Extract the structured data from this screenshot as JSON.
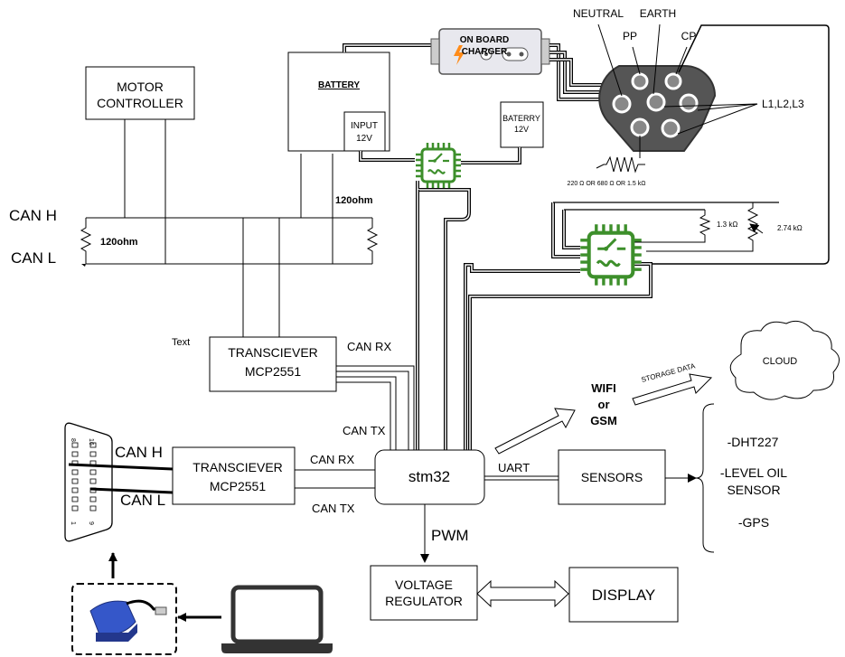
{
  "battery": {
    "title": "BATTERY",
    "input_line1": "INPUT",
    "input_line2": "12V"
  },
  "aux_battery": {
    "line1": "BATERRY",
    "line2": "12V"
  },
  "charger": {
    "line1": "ON BOARD",
    "line2": "CHARGER"
  },
  "connector": {
    "neutral": "NEUTRAL",
    "earth": "EARTH",
    "pp": "PP",
    "cp": "CP",
    "phases": "L1,L2,L3",
    "pp_resistor": "220 Ω OR 680 Ω OR 1.5 kΩ"
  },
  "cp_circuit": {
    "r1": "1.3 kΩ",
    "r2": "2.74 kΩ"
  },
  "motor_controller": {
    "line1": "MOTOR",
    "line2": "CONTROLLER"
  },
  "can_bus": {
    "can_h": "CAN H",
    "can_l": "CAN L",
    "term_left": "120ohm",
    "term_right": "120ohm"
  },
  "transceiver_top": {
    "line1": "TRANSCIEVER",
    "line2": "MCP2551",
    "can_rx": "CAN RX",
    "can_tx": "CAN TX"
  },
  "stray_text": "Text",
  "obd": {
    "can_h": "CAN H",
    "can_l": "CAN L",
    "pin8": "8",
    "pin16": "16",
    "pin1": "1",
    "pin9": "9"
  },
  "transceiver_bottom": {
    "line1": "TRANSCIEVER",
    "line2": "MCP2551",
    "can_rx": "CAN RX",
    "can_tx": "CAN TX"
  },
  "mcu": {
    "label": "stm32"
  },
  "links": {
    "uart": "UART",
    "pwm": "PWM"
  },
  "sensors": {
    "label": "SENSORS"
  },
  "sensor_list": [
    "-DHT227",
    "-LEVEL OIL",
    "SENSOR",
    "-GPS"
  ],
  "wireless": {
    "line1": "WIFI",
    "line2": "or",
    "line3": "GSM",
    "storage": "STORAGE DATA"
  },
  "cloud": {
    "label": "CLOUD"
  },
  "regulator": {
    "line1": "VOLTAGE",
    "line2": "REGULATOR"
  },
  "display": {
    "label": "DISPLAY"
  },
  "colors": {
    "relay": "#3d8f2b",
    "obd_adapter": "#3557c9",
    "charger_bolt": "#ff8c1a",
    "charger_body": "#e8e8ee"
  },
  "icons": [
    "relay-chip-icon",
    "relay-chip-icon",
    "obd-adapter-icon",
    "laptop-icon",
    "obd-connector-icon",
    "cloud-icon",
    "onboard-charger-icon"
  ]
}
